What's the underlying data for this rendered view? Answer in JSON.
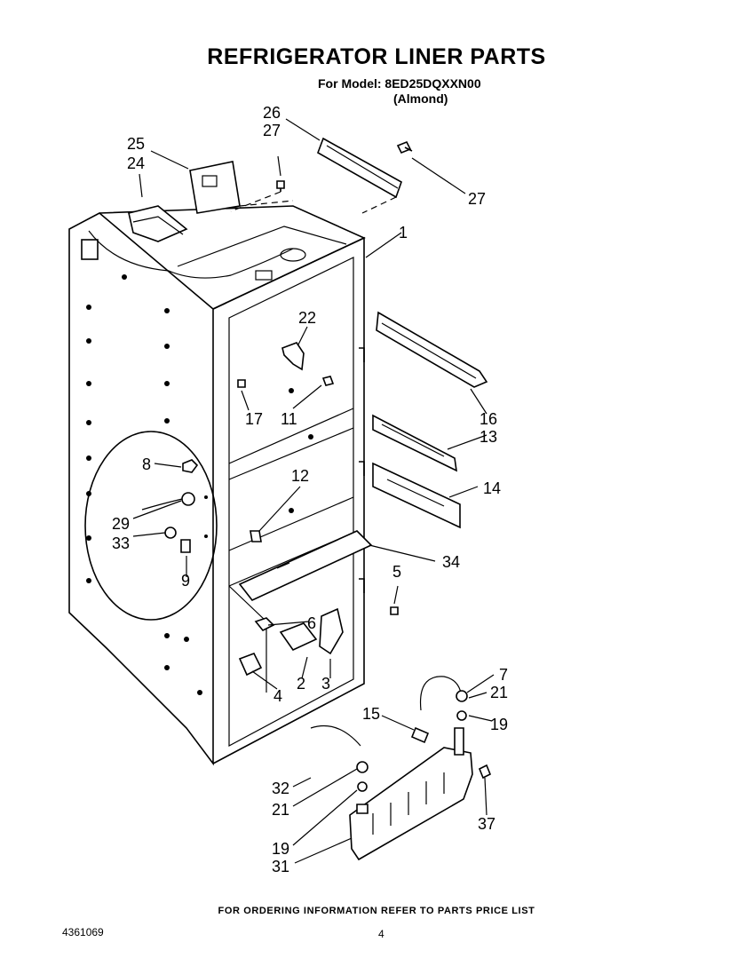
{
  "title": "REFRIGERATOR LINER PARTS",
  "model_line": "For Model: 8ED25DQXXN00",
  "color_line": "(Almond)",
  "footer": "FOR ORDERING INFORMATION REFER TO PARTS PRICE LIST",
  "doc_number": "4361069",
  "page_number": "4",
  "callouts": {
    "c1": "1",
    "c2": "2",
    "c3": "3",
    "c4": "4",
    "c5": "5",
    "c6": "6",
    "c7": "7",
    "c8": "8",
    "c9": "9",
    "c11": "11",
    "c12": "12",
    "c13": "13",
    "c14": "14",
    "c15": "15",
    "c16": "16",
    "c17": "17",
    "c19a": "19",
    "c19b": "19",
    "c21a": "21",
    "c21b": "21",
    "c22": "22",
    "c24": "24",
    "c25": "25",
    "c26": "26",
    "c27a": "27",
    "c27b": "27",
    "c29": "29",
    "c31": "31",
    "c32": "32",
    "c33": "33",
    "c34": "34",
    "c37": "37"
  }
}
